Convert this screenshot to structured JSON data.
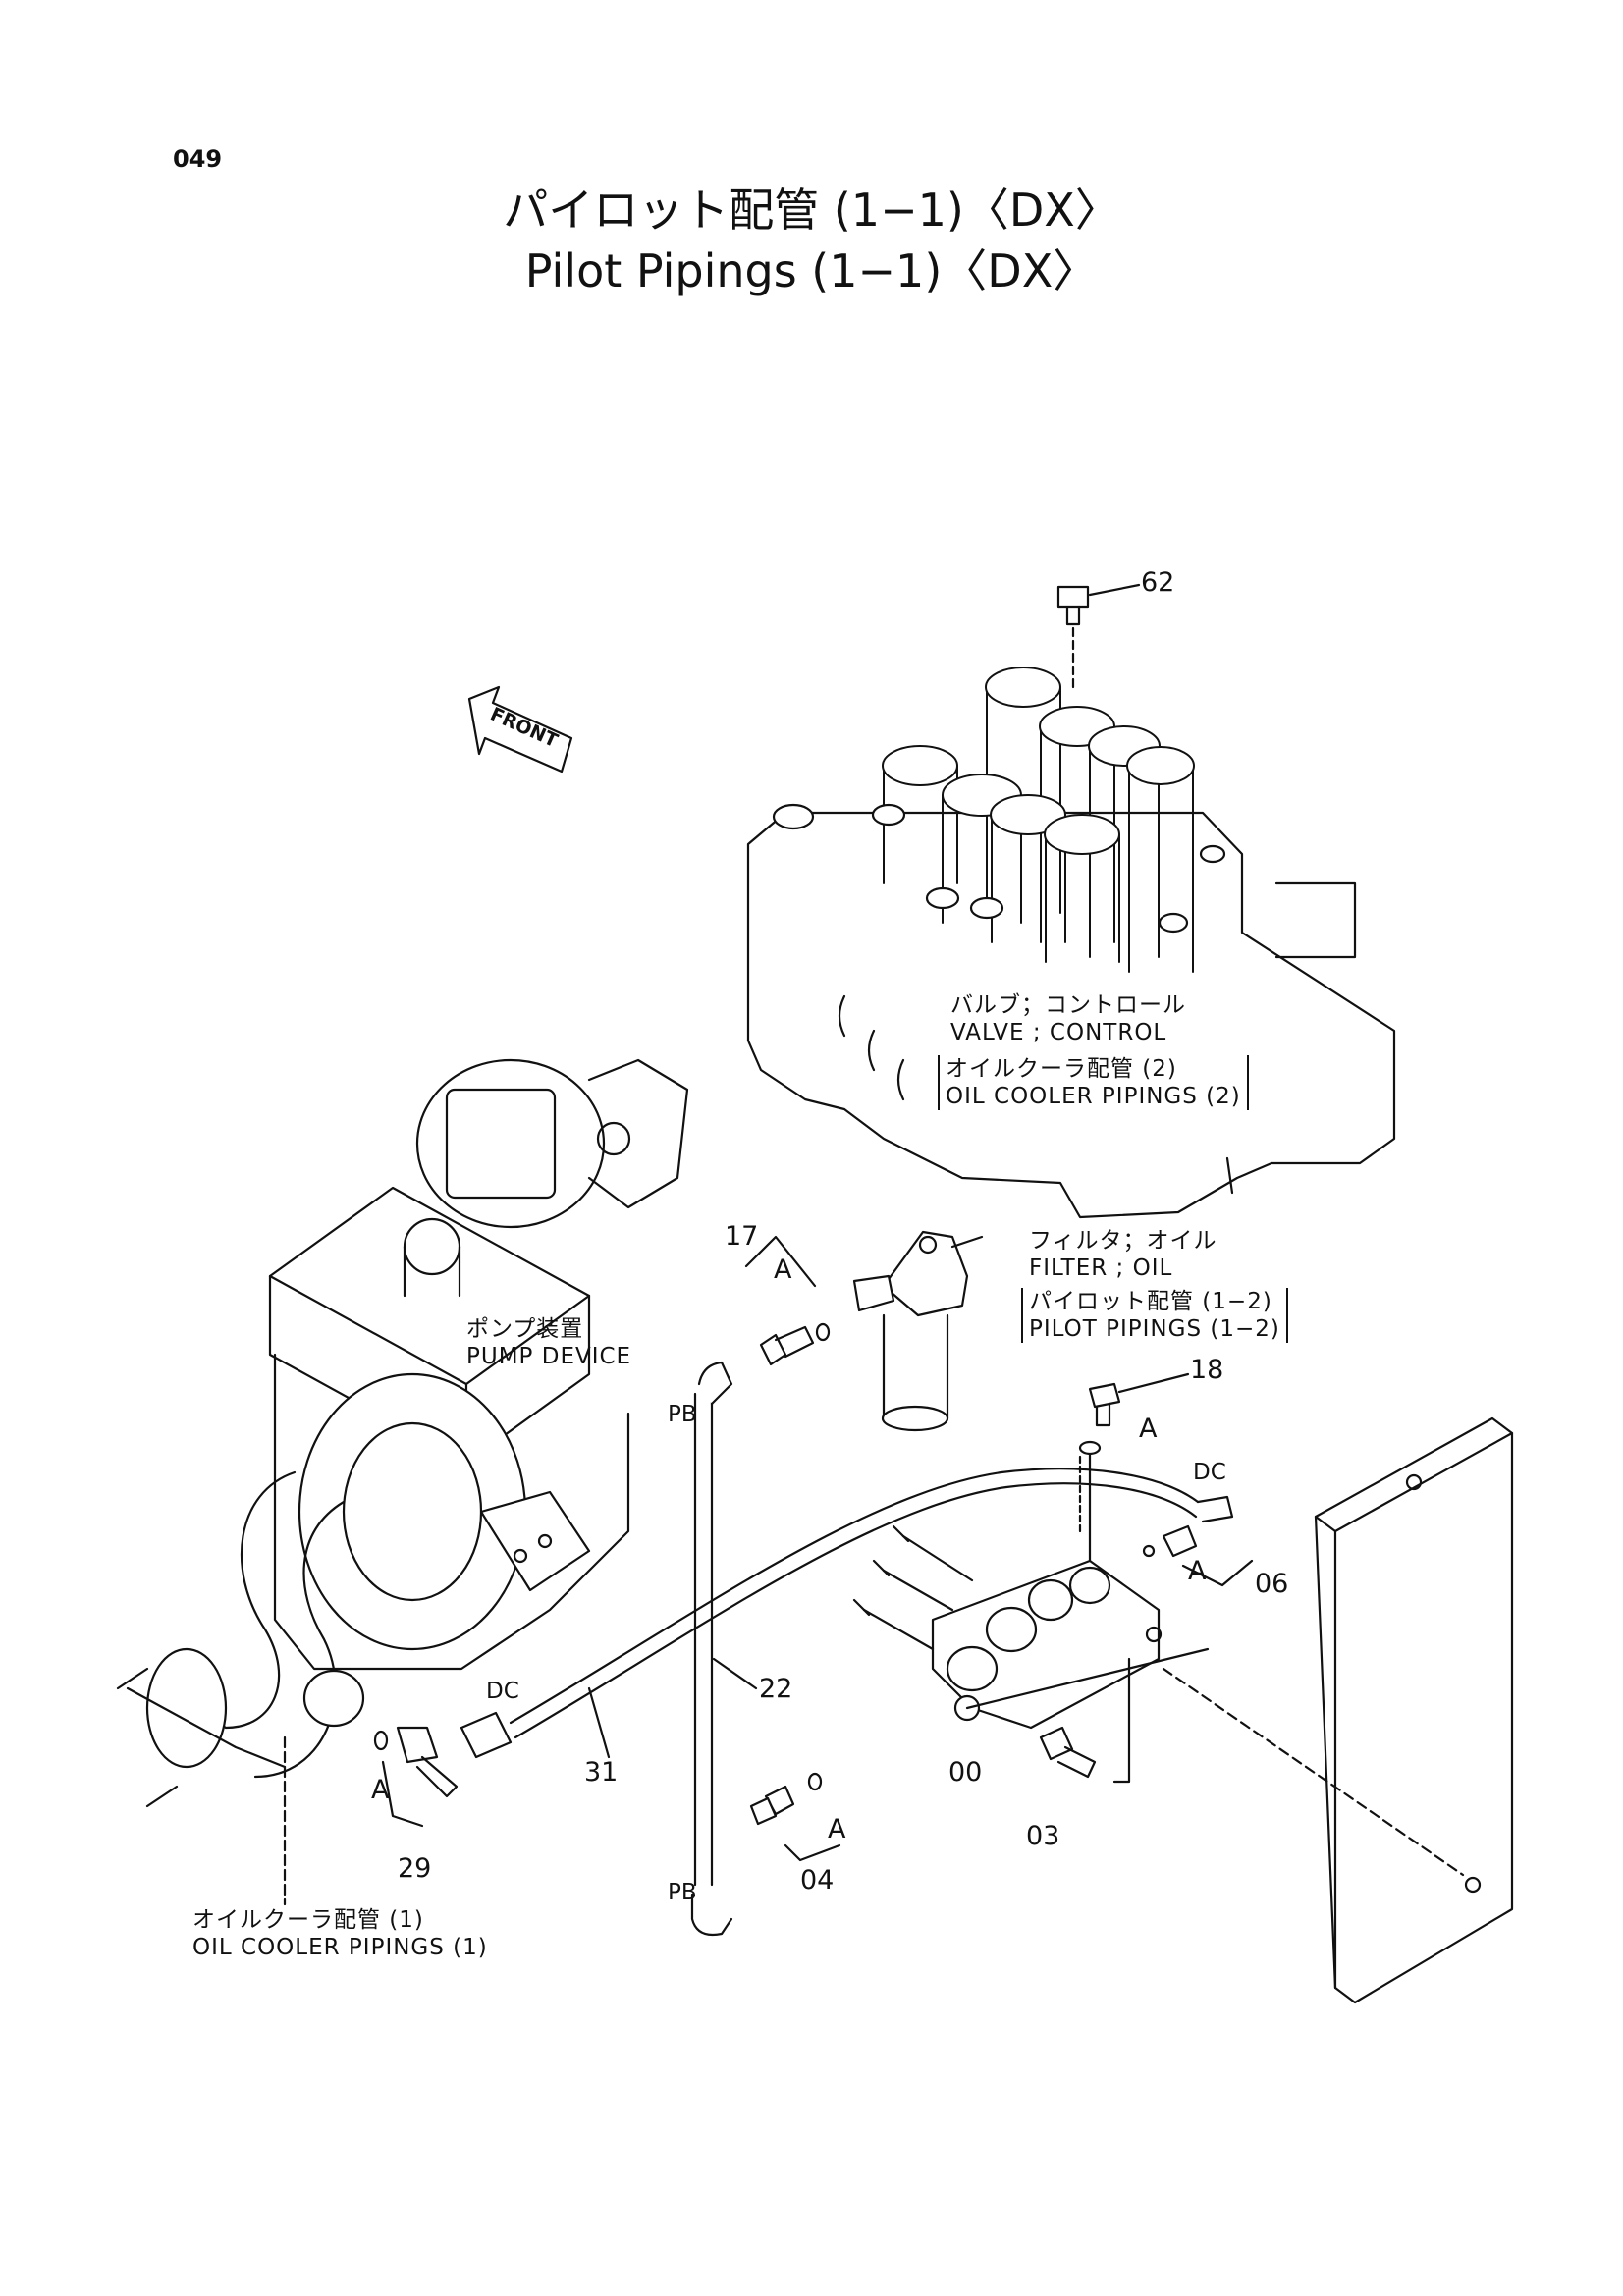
{
  "page": {
    "number": "049",
    "title_jp": "パイロット配管 (1−1)〈DX〉",
    "title_en": "Pilot Pipings (1−1)〈DX〉"
  },
  "front_arrow": {
    "label": "FRONT"
  },
  "labels": {
    "valve_jp": "バルブ；コントロール",
    "valve_en": "VALVE ; CONTROL",
    "oil_cooler2_jp": "オイルクーラ配管 (2)",
    "oil_cooler2_en": "OIL  COOLER  PIPINGS (2)",
    "filter_jp": "フィルタ；オイル",
    "filter_en": "FILTER ; OIL",
    "pilot12_jp": "パイロット配管 (1−2)",
    "pilot12_en": "PILOT  PIPINGS (1−2)",
    "pump_jp": "ポンプ装置",
    "pump_en": "PUMP  DEVICE",
    "oil_cooler1_jp": "オイルクーラ配管 (1)",
    "oil_cooler1_en": "OIL  COOLER  PIPINGS (1)"
  },
  "part_numbers": {
    "p62": "62",
    "p17": "17",
    "p18": "18",
    "p06": "06",
    "p22": "22",
    "p31": "31",
    "p00": "00",
    "p03": "03",
    "p04": "04",
    "p29": "29"
  },
  "port_marks": {
    "a1": "A",
    "a2": "A",
    "a3": "A",
    "a4": "A",
    "a5": "A",
    "pb_top": "PB",
    "pb_bottom": "PB",
    "dc_right": "DC",
    "dc_left": "DC"
  }
}
